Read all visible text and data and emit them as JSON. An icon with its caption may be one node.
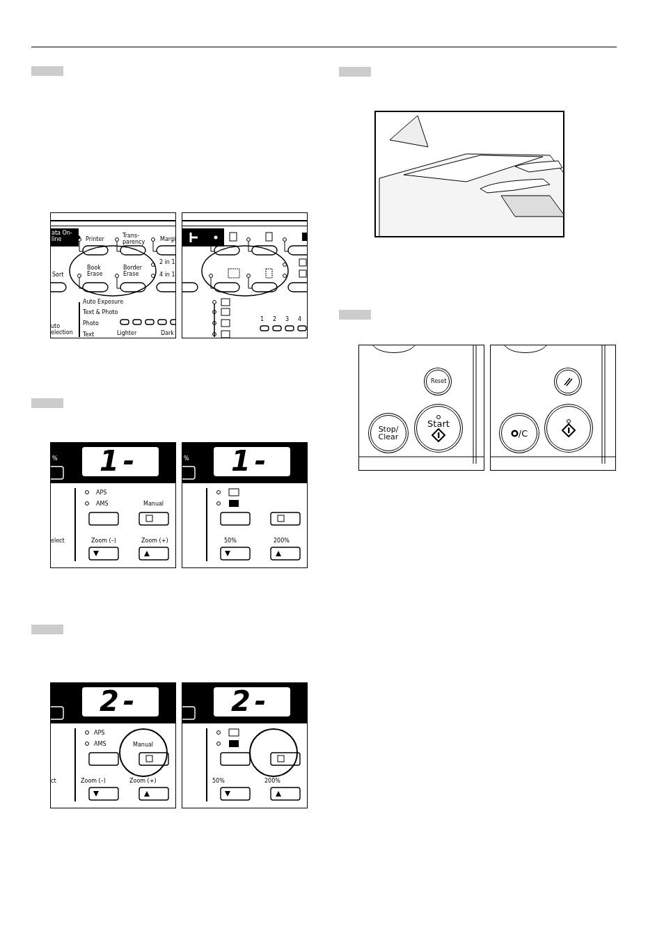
{
  "diagram": {
    "nodes": [
      {
        "text": [
          "ata On-line",
          "Printer",
          "Trans- parency",
          "Margi",
          "Sort",
          "Book Erase",
          "Border Erase",
          "2 in 1",
          "4 in 1",
          "Auto Exposure",
          "Text & Photo",
          "Photo",
          "uto election",
          "Text",
          "Lighter",
          "Dark"
        ]
      },
      {
        "text": [
          "1",
          "2",
          "3",
          "4"
        ]
      },
      {
        "text": [
          "%",
          "1-",
          "APS",
          "AMS",
          "Manual",
          "elect",
          "Zoom (–)",
          "Zoom (+)"
        ]
      },
      {
        "text": [
          "%",
          "1-",
          "50%",
          "200%"
        ]
      },
      {
        "text": [
          "2-",
          "APS",
          "AMS",
          "Manual",
          "ct",
          "Zoom (–)",
          "Zoom (+)"
        ]
      },
      {
        "text": [
          "2-",
          "50%",
          "200%"
        ]
      },
      {
        "text": [],
        "shape": "picture"
      },
      {
        "text": [],
        "shape": "box"
      },
      {
        "text": [
          "Reset"
        ],
        "in": 7
      },
      {
        "text": [
          "Stop/ Clear"
        ],
        "in": 7
      },
      {
        "text": [
          "Start"
        ],
        "in": 7
      },
      {
        "text": [],
        "shape": "box"
      },
      {
        "text": [],
        "shape": "circle",
        "in": 11
      },
      {
        "text": [
          "/C"
        ],
        "in": 11
      },
      {
        "text": [],
        "shape": "circle",
        "in": 11
      }
    ],
    "edges": []
  }
}
